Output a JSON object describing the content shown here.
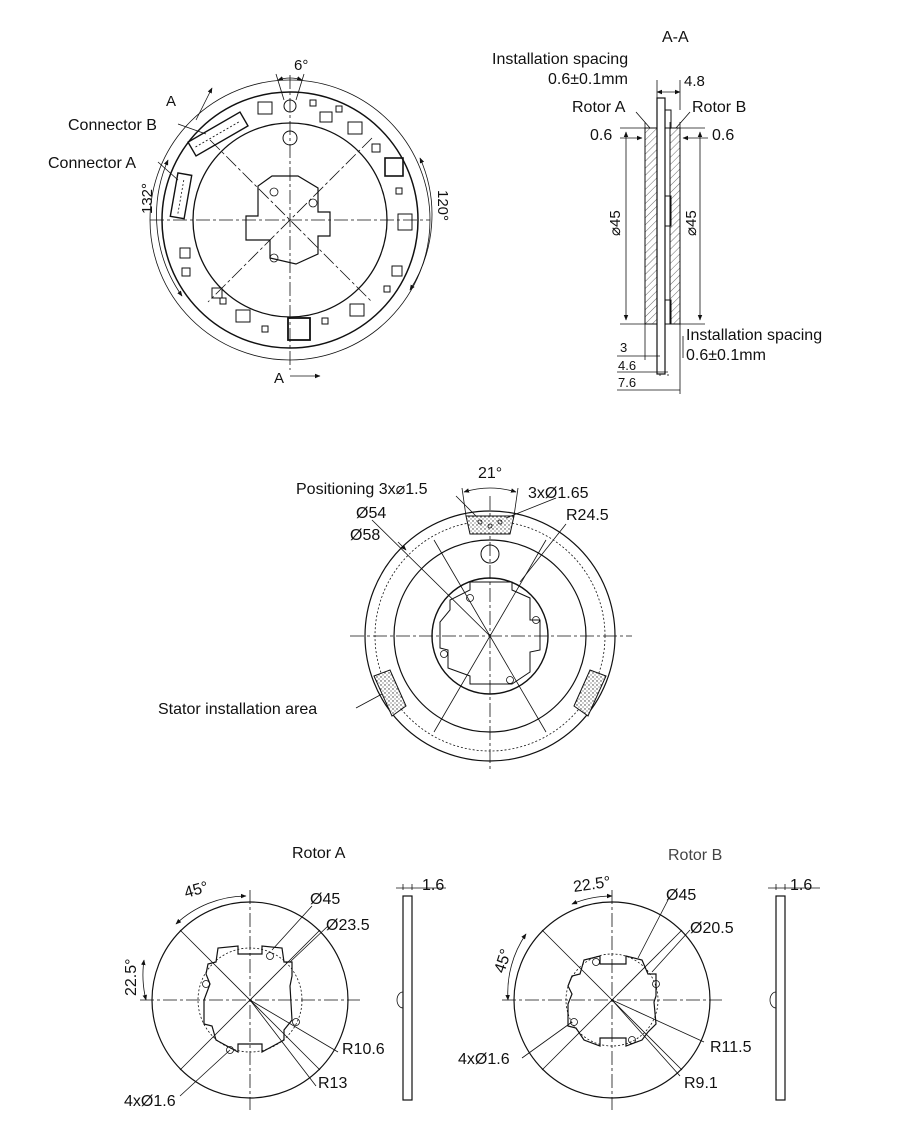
{
  "pcb_view": {
    "section_mark": "A",
    "connector_b": "Connector B",
    "connector_a": "Connector A",
    "angle_top": "6°",
    "angle_left": "132°",
    "angle_right": "120°"
  },
  "section_view": {
    "title": "A-A",
    "spacing_top_1": "Installation spacing",
    "spacing_top_2": "0.6±0.1mm",
    "thickness": "4.8",
    "rotor_a": "Rotor A",
    "rotor_b": "Rotor B",
    "gap_left": "0.6",
    "gap_right": "0.6",
    "dia_left": "⌀45",
    "dia_right": "⌀45",
    "spacing_bottom_1": "Installation spacing",
    "spacing_bottom_2": "0.6±0.1mm",
    "dim_3": "3",
    "dim_46": "4.6",
    "dim_76": "7.6"
  },
  "stator_view": {
    "positioning": "Positioning 3x⌀1.5",
    "angle": "21°",
    "holes": "3xØ1.65",
    "dia_54": "Ø54",
    "dia_58": "Ø58",
    "radius": "R24.5",
    "area": "Stator  installation area"
  },
  "rotor_a": {
    "title": "Rotor A",
    "angle_45": "45°",
    "angle_225": "22.5°",
    "dia_outer": "Ø45",
    "dia_inner": "Ø23.5",
    "r_inner": "R10.6",
    "r_outer": "R13",
    "holes": "4xØ1.6",
    "thickness": "1.6"
  },
  "rotor_b": {
    "title": "Rotor B",
    "angle_225": "22.5°",
    "angle_45": "45°",
    "dia_outer": "Ø45",
    "dia_inner": "Ø20.5",
    "r_outer": "R11.5",
    "r_inner": "R9.1",
    "holes": "4xØ1.6",
    "thickness": "1.6"
  }
}
